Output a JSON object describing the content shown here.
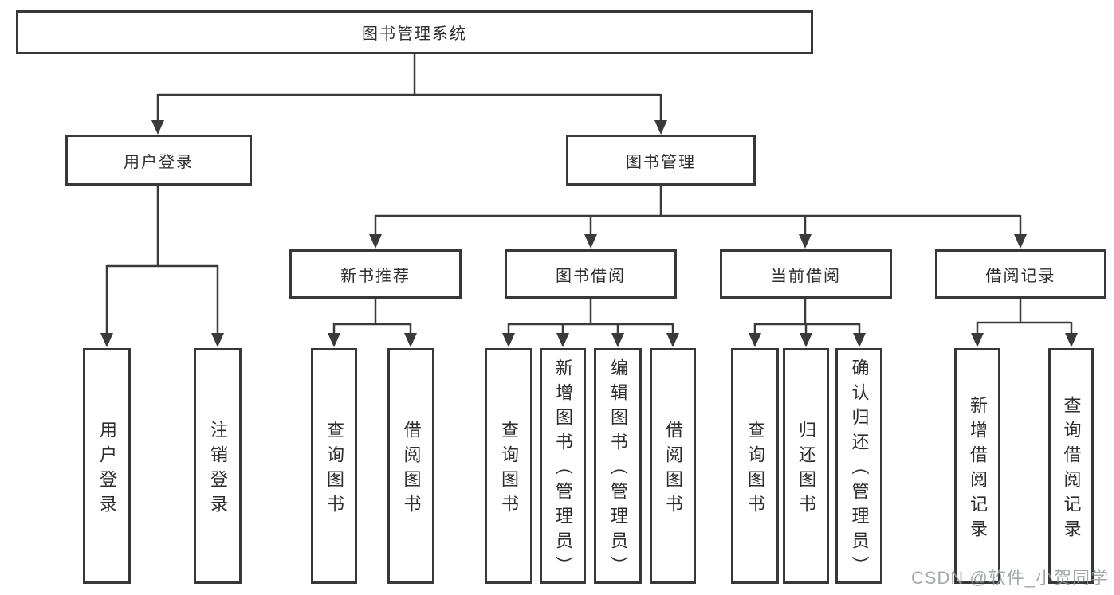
{
  "nodes": {
    "root": {
      "label": "图书管理系统"
    },
    "level2": [
      {
        "label": "用户登录"
      },
      {
        "label": "图书管理"
      }
    ],
    "level3": [
      {
        "label": "新书推荐"
      },
      {
        "label": "图书借阅"
      },
      {
        "label": "当前借阅"
      },
      {
        "label": "借阅记录"
      }
    ],
    "leaves": [
      {
        "label": "用户登录"
      },
      {
        "label": "注销登录"
      },
      {
        "label": "查询图书"
      },
      {
        "label": "借阅图书"
      },
      {
        "label": "查询图书"
      },
      {
        "label": "新增图书（管理员）"
      },
      {
        "label": "编辑图书（管理员）"
      },
      {
        "label": "借阅图书"
      },
      {
        "label": "查询图书"
      },
      {
        "label": "归还图书"
      },
      {
        "label": "确认归还（管理员）"
      },
      {
        "label": "新增借阅记录"
      },
      {
        "label": "查询借阅记录"
      }
    ]
  },
  "watermark": "CSDN @软件_小贺同学",
  "colors": {
    "background": "#ffffff",
    "box_border": "#383838",
    "connector_line": "#3a3a3a",
    "text": "#2d2d2d",
    "watermark_text": "#94999f",
    "right_accent_strip": "#f2aabb"
  }
}
